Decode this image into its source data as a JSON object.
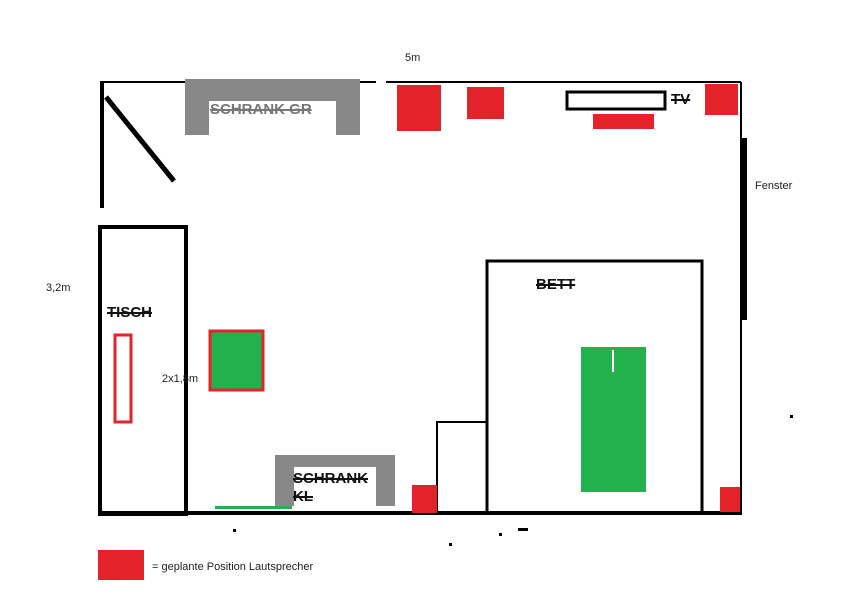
{
  "dimensions": {
    "width_label": "5m",
    "height_label": "3,2m",
    "window_label": "Fenster",
    "rug_label": "2x1,8m"
  },
  "furniture": {
    "wardrobe_large": "SCHRANK GR",
    "wardrobe_small_line1": "SCHRANK",
    "wardrobe_small_line2": "KL",
    "desk": "TISCH",
    "bed": "BETT",
    "tv": "TV"
  },
  "legend": {
    "text": "= geplante Position Lautsprecher",
    "color": "#e3222a"
  },
  "colors": {
    "speaker": "#e3222a",
    "wardrobe": "#888888",
    "rug_green": "#22b14c",
    "walls": "#000000"
  }
}
